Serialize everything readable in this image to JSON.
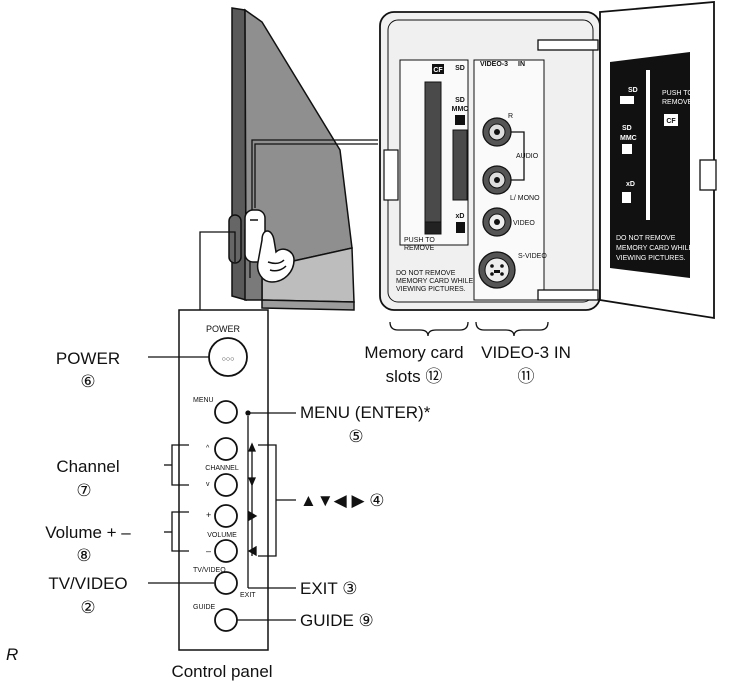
{
  "callouts": {
    "power": {
      "label": "POWER",
      "num": "⑥"
    },
    "channel": {
      "label": "Channel",
      "num": "⑦"
    },
    "volume": {
      "label": "Volume + –",
      "num": "⑧"
    },
    "tvvideo": {
      "label": "TV/VIDEO",
      "num": "②"
    },
    "menu": {
      "label": "MENU (ENTER)*",
      "num": "⑤"
    },
    "arrows": {
      "label": "▲▼◀ ▶ ④"
    },
    "exit": {
      "label": "EXIT ③"
    },
    "guide": {
      "label": "GUIDE ⑨"
    },
    "memory_line1": "Memory card",
    "memory_line2": "slots ⑫",
    "video3_line1": "VIDEO-3 IN",
    "video3_line2": "⑪",
    "control_panel": "Control panel",
    "stray_letter": "R"
  },
  "panel_labels": {
    "power": "POWER",
    "power_dots": "○○○",
    "menu": "MENU",
    "channel": "CHANNEL",
    "volume": "VOLUME",
    "tvvideo": "TV/VIDEO",
    "exit": "EXIT",
    "guide": "GUIDE",
    "plus": "+",
    "minus": "–",
    "up": "^",
    "down": "v"
  },
  "jacks": {
    "header": "VIDEO-3",
    "header_in": "IN",
    "r": "R",
    "audio": "AUDIO",
    "lmono": "L/ MONO",
    "video": "VIDEO",
    "svideo": "S-VIDEO"
  },
  "card_slot": {
    "cf": "CF",
    "sd": "SD",
    "mmc": "MMC",
    "xd": "xD",
    "push": "PUSH TO",
    "remove": "REMOVE",
    "warn1": "DO NOT REMOVE",
    "warn2": "MEMORY CARD WHILE",
    "warn3": "VIEWING PICTURES."
  },
  "door": {
    "sd": "SD",
    "mmc": "MMC",
    "xd": "xD",
    "cf": "CF",
    "push1": "PUSH TO",
    "push2": "REMOVE",
    "warn1": "DO NOT REMOVE",
    "warn2": "MEMORY CARD WHILE",
    "warn3": "VIEWING PICTURES."
  }
}
